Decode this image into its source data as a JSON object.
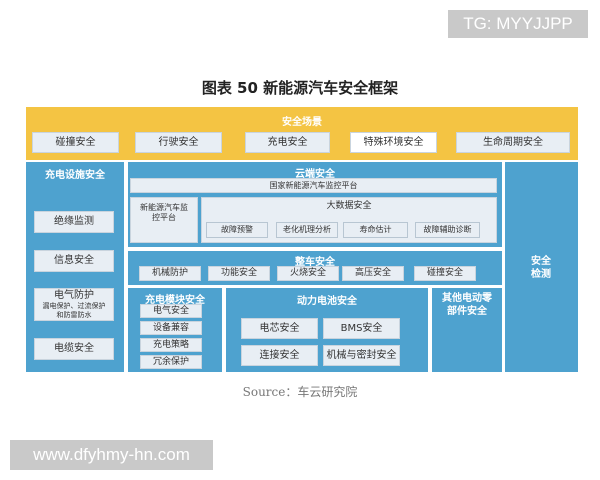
{
  "watermark_top": "TG: MYYJJPP",
  "watermark_bottom": "www.dfyhmy-hn.com",
  "title": "图表 50 新能源汽车安全框架",
  "source": "Source：车云研究院",
  "scenarios": {
    "header": "安全场景",
    "items": [
      "碰撞安全",
      "行驶安全",
      "充电安全",
      "特殊环境安全",
      "生命周期安全"
    ]
  },
  "charging_facility": {
    "header": "充电设施安全",
    "items": [
      "绝缘监测",
      "信息安全",
      "电气防护",
      "电缆安全"
    ],
    "electrical_detail": "漏电保护、过流保护和防雷防水"
  },
  "cloud": {
    "header": "云端安全",
    "national_platform": "国家新能源汽车监控平台",
    "nev_platform": "新能源汽车监控平台",
    "big_data": "大数据安全",
    "big_data_items": [
      "故障预警",
      "老化机理分析",
      "寿命估计",
      "故障辅助诊断"
    ]
  },
  "vehicle": {
    "header": "整车安全",
    "items": [
      "机械防护",
      "功能安全",
      "火烧安全",
      "高压安全",
      "碰撞安全"
    ]
  },
  "charging_module": {
    "header": "充电模块安全",
    "items": [
      "电气安全",
      "设备兼容",
      "充电策略",
      "冗余保护"
    ]
  },
  "battery": {
    "header": "动力电池安全",
    "items": [
      "电芯安全",
      "BMS安全",
      "连接安全",
      "机械与密封安全"
    ]
  },
  "other_parts": {
    "header": "其他电动零部件安全"
  },
  "detection": {
    "header": "安全检测"
  }
}
